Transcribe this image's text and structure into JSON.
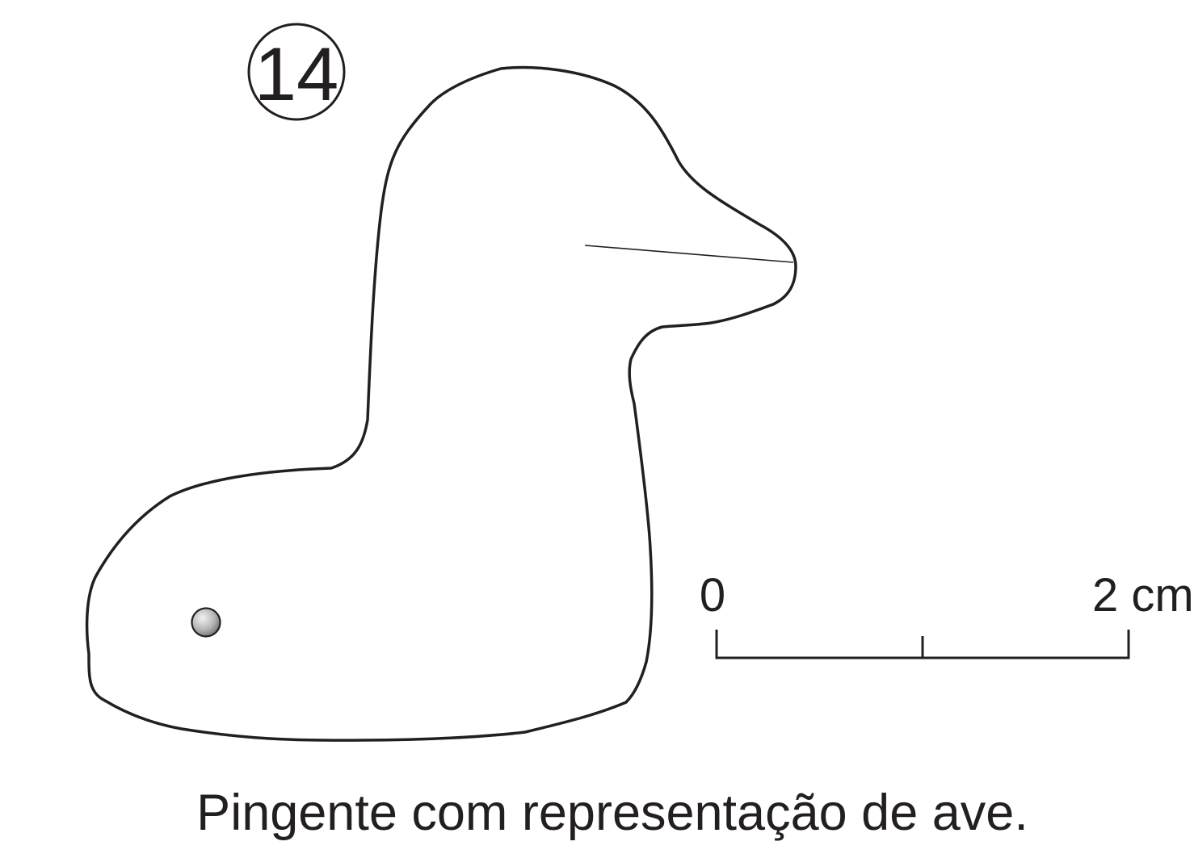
{
  "figure": {
    "number": "14",
    "caption": "Pingente com representação de ave."
  },
  "scale_bar": {
    "start_label": "0",
    "end_label": "2 cm"
  },
  "colors": {
    "line": "#231f20",
    "background": "#ffffff",
    "perforation_light": "#e6e6e6",
    "perforation_dark": "#7a7a7a"
  }
}
